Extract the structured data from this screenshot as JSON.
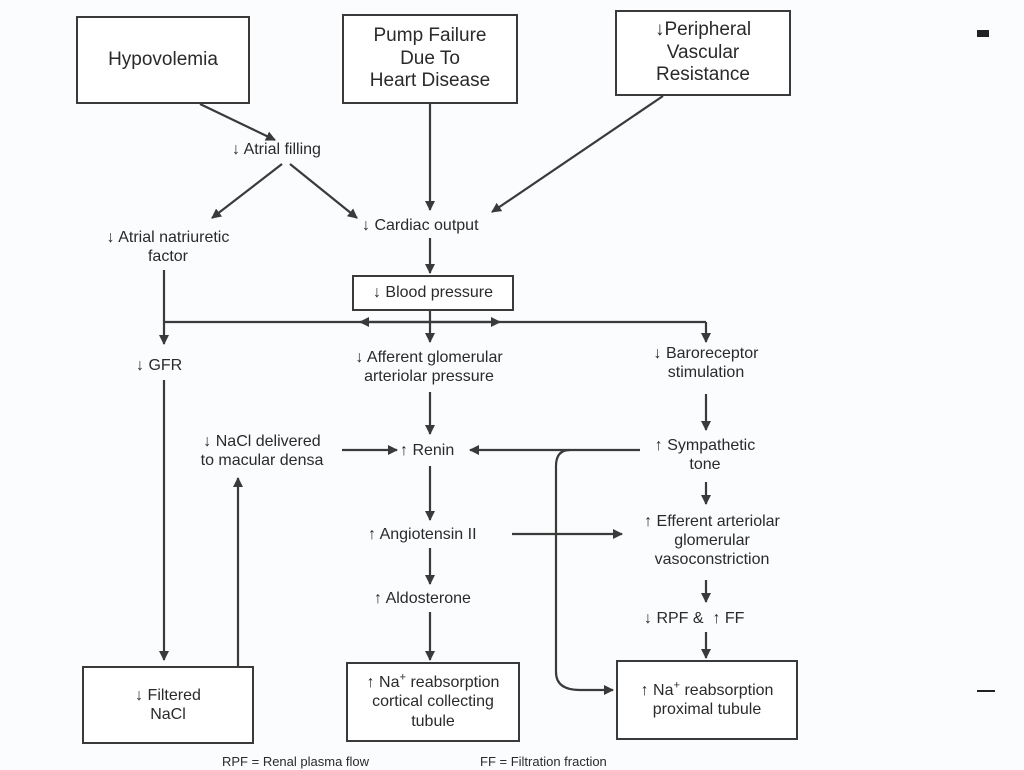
{
  "boxes": {
    "hypovolemia": "Hypovolemia",
    "pump_failure": [
      "Pump Failure",
      "Due To",
      "Heart Disease"
    ],
    "peripheral": [
      "↓Peripheral",
      "Vascular",
      "Resistance"
    ],
    "blood_pressure": "↓ Blood pressure",
    "filtered_nacl": [
      "↓ Filtered",
      "NaCl"
    ],
    "na_cortical": {
      "prefix": "↑ Na",
      "sup": "+",
      "rest": " reabsorption",
      "line2": "cortical collecting",
      "line3": "tubule"
    },
    "na_proximal": {
      "prefix": "↑ Na",
      "sup": "+",
      "rest": " reabsorption",
      "line2": "proximal tubule"
    }
  },
  "labels": {
    "atrial_filling": "↓ Atrial filling",
    "cardiac_output": "↓ Cardiac output",
    "anf": [
      "↓ Atrial natriuretic",
      "factor"
    ],
    "gfr": "↓ GFR",
    "afferent": [
      "↓ Afferent glomerular",
      "arteriolar pressure"
    ],
    "baroreceptor": [
      "↓ Baroreceptor",
      "stimulation"
    ],
    "nacl_delivered": [
      "↓ NaCl delivered",
      "to macular densa"
    ],
    "renin": "↑ Renin",
    "sympathetic": [
      "↑ Sympathetic",
      "tone"
    ],
    "angiotensin": "↑ Angiotensin II",
    "efferent": [
      "↑ Efferent arteriolar",
      "glomerular",
      "vasoconstriction"
    ],
    "aldosterone": "↑ Aldosterone",
    "rpf_ff": "↓ RPF &  ↑ FF"
  },
  "footer": {
    "rpf_def": "RPF = Renal plasma flow",
    "ff_def": "FF = Filtration fraction"
  }
}
